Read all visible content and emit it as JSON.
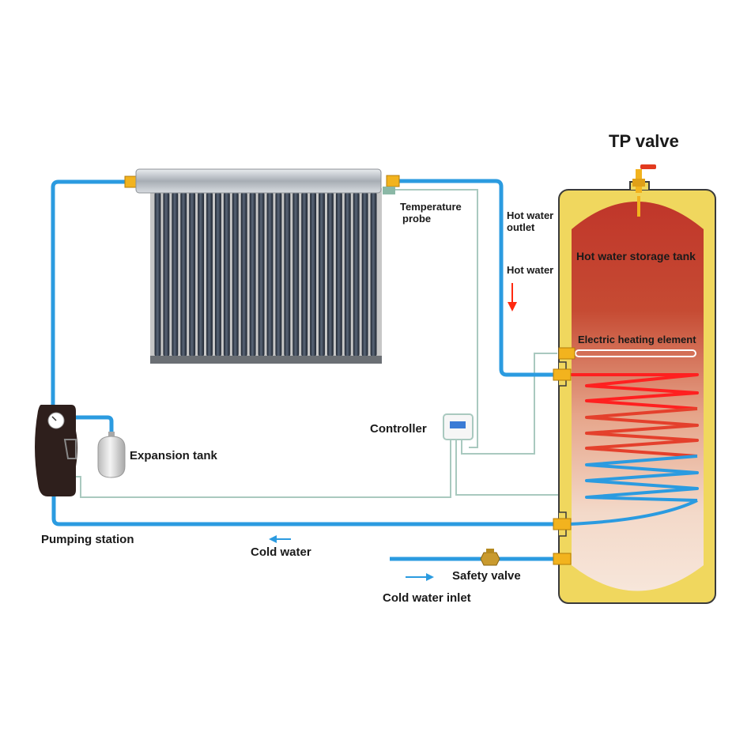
{
  "labels": {
    "tp_valve": "TP valve",
    "temperature_probe_line1": "Temperature",
    "temperature_probe_line2": "probe",
    "hot_water_outlet_line1": "Hot water",
    "hot_water_outlet_line2": "outlet",
    "hot_water": "Hot water",
    "hot_water_storage_tank": "Hot water storage tank",
    "electric_heating_element": "Electric heating element",
    "controller": "Controller",
    "expansion_tank": "Expansion tank",
    "pumping_station": "Pumping station",
    "cold_water": "Cold water",
    "safety_valve": "Safety valve",
    "cold_water_inlet": "Cold water inlet"
  },
  "colors": {
    "pipe": "#2b9be0",
    "tank_shell": "#f0d75e",
    "tank_hot": "#c0362a",
    "tank_cold": "#f7e6da",
    "fitting": "#f2b31e",
    "hot_arrow": "#ff2a10",
    "cold_arrow": "#2b9be0",
    "sensor_wire": "#a9c9bf",
    "pump_body": "#2e1f1c",
    "collector_tube": "#3a4453"
  },
  "collector": {
    "tube_count": 26
  }
}
